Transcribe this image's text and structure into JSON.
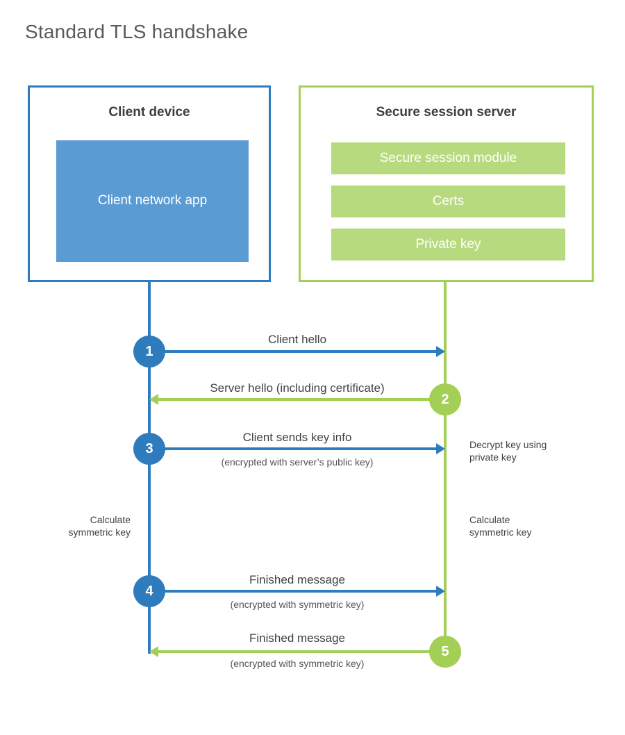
{
  "title": "Standard TLS handshake",
  "client": {
    "title": "Client device",
    "app_label": "Client network app"
  },
  "server": {
    "title": "Secure session server",
    "modules": [
      "Secure session module",
      "Certs",
      "Private key"
    ]
  },
  "steps": [
    {
      "num": "1",
      "label": "Client hello",
      "sub": "",
      "from": "client",
      "to": "server",
      "color": "blue"
    },
    {
      "num": "2",
      "label": "Server hello (including certificate)",
      "sub": "",
      "from": "server",
      "to": "client",
      "color": "green"
    },
    {
      "num": "3",
      "label": "Client sends key info",
      "sub": "(encrypted with server’s public key)",
      "from": "client",
      "to": "server",
      "color": "blue"
    },
    {
      "num": "4",
      "label": "Finished message",
      "sub": "(encrypted with symmetric key)",
      "from": "client",
      "to": "server",
      "color": "blue"
    },
    {
      "num": "5",
      "label": "Finished message",
      "sub": "(encrypted with symmetric key)",
      "from": "server",
      "to": "client",
      "color": "green"
    }
  ],
  "notes": {
    "decrypt": "Decrypt key using\nprivate key",
    "client_calculate": "Calculate\nsymmetric key",
    "server_calculate": "Calculate\nsymmetric key"
  },
  "colors": {
    "blue": "#2e7cbd",
    "blue_fill": "#5b9bd3",
    "green": "#a3cf56",
    "green_fill": "#b7da7e"
  }
}
